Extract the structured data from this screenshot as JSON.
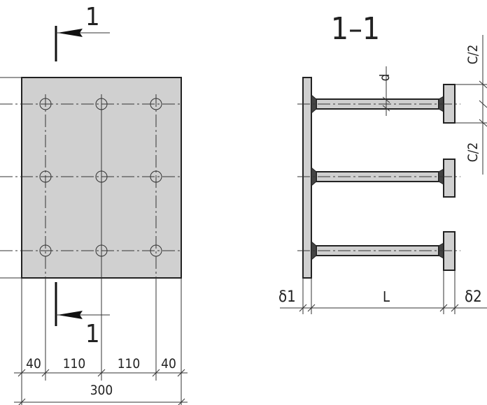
{
  "plan": {
    "section_mark_top": "1",
    "section_mark_bottom": "1",
    "dimensions": [
      "40",
      "110",
      "110",
      "40"
    ],
    "total_width": "300"
  },
  "section": {
    "title": "1–1",
    "labels": {
      "c_half_top": "C/2",
      "c_half_bottom": "C/2",
      "d": "d",
      "delta1": "δ1",
      "L": "L",
      "delta2": "δ2"
    }
  },
  "colors": {
    "plate_fill": "#d0d0d0",
    "outline": "#222222",
    "weld": "#444444"
  }
}
